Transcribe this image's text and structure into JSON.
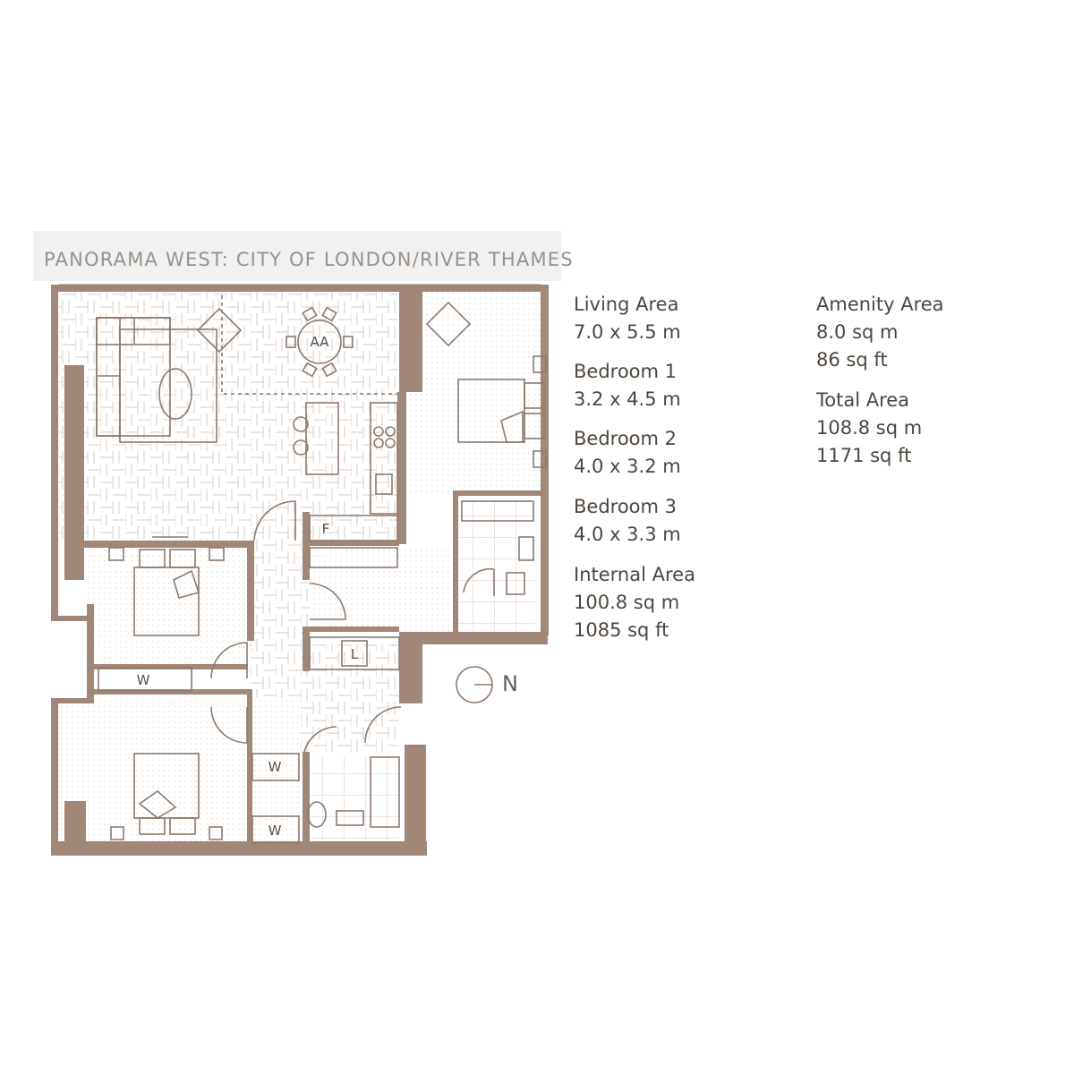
{
  "header": {
    "title": "PANORAMA WEST: CITY OF LONDON/RIVER THAMES"
  },
  "rooms": [
    {
      "name": "Living Area",
      "value": "7.0 x 5.5 m"
    },
    {
      "name": "Bedroom 1",
      "value": "3.2 x 4.5 m"
    },
    {
      "name": "Bedroom 2",
      "value": "4.0 x 3.2 m"
    },
    {
      "name": "Bedroom 3",
      "value": "4.0 x 3.3 m"
    }
  ],
  "internal": {
    "name": "Internal Area",
    "sqm": "100.8 sq m",
    "sqft": "1085 sq ft"
  },
  "amenity": {
    "name": "Amenity Area",
    "sqm": "8.0 sq m",
    "sqft": "86 sq ft"
  },
  "total": {
    "name": "Total Area",
    "sqm": "108.8 sq m",
    "sqft": "1171 sq ft"
  },
  "plan_labels": {
    "dining": "AA",
    "fridge": "F",
    "laundry": "L",
    "wardrobe_1": "W",
    "wardrobe_2": "W",
    "wardrobe_3": "W"
  },
  "compass": {
    "label": "N"
  },
  "colors": {
    "wall": "#a08778",
    "line": "#8e7a6c",
    "hatch": "#d9d3ce",
    "text": "#4e463f"
  },
  "icons": [
    "compass-icon",
    "bed-icon",
    "sofa-icon",
    "armchair-icon",
    "dining-table-icon",
    "hob-icon",
    "sink-icon",
    "bathtub-icon",
    "toilet-icon",
    "door-swing-icon"
  ]
}
